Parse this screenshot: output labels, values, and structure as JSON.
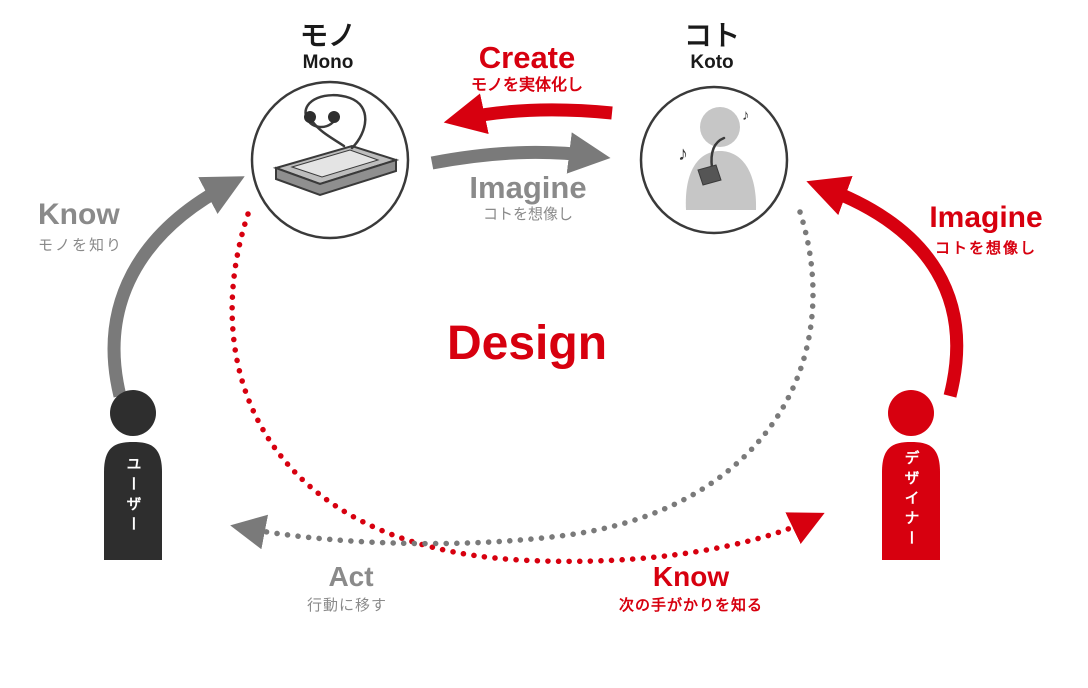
{
  "palette": {
    "red": "#d7000f",
    "arrow_gray": "#7a7a7a",
    "label_gray": "#8a8a8a",
    "dark_text": "#1a1a1a",
    "user_black": "#2e2e2e",
    "silhouette_gray": "#c6c6c6"
  },
  "nodes": {
    "mono": {
      "jp": "モノ",
      "en": "Mono"
    },
    "koto": {
      "jp": "コト",
      "en": "Koto"
    }
  },
  "labels": {
    "create": {
      "title": "Create",
      "sub": "モノを実体化し"
    },
    "imagine_center": {
      "title": "Imagine",
      "sub": "コトを想像し"
    },
    "design": "Design",
    "know_left": {
      "title": "Know",
      "sub": "モノを知り"
    },
    "imagine_right": {
      "title": "Imagine",
      "sub": "コトを想像し"
    },
    "act": {
      "title": "Act",
      "sub": "行動に移す"
    },
    "know_bottom": {
      "title": "Know",
      "sub": "次の手がかりを知る"
    }
  },
  "actors": {
    "user": {
      "label": "ユーザー"
    },
    "designer": {
      "label": "デザイナー"
    }
  },
  "icons": {
    "music_note": "♪"
  }
}
